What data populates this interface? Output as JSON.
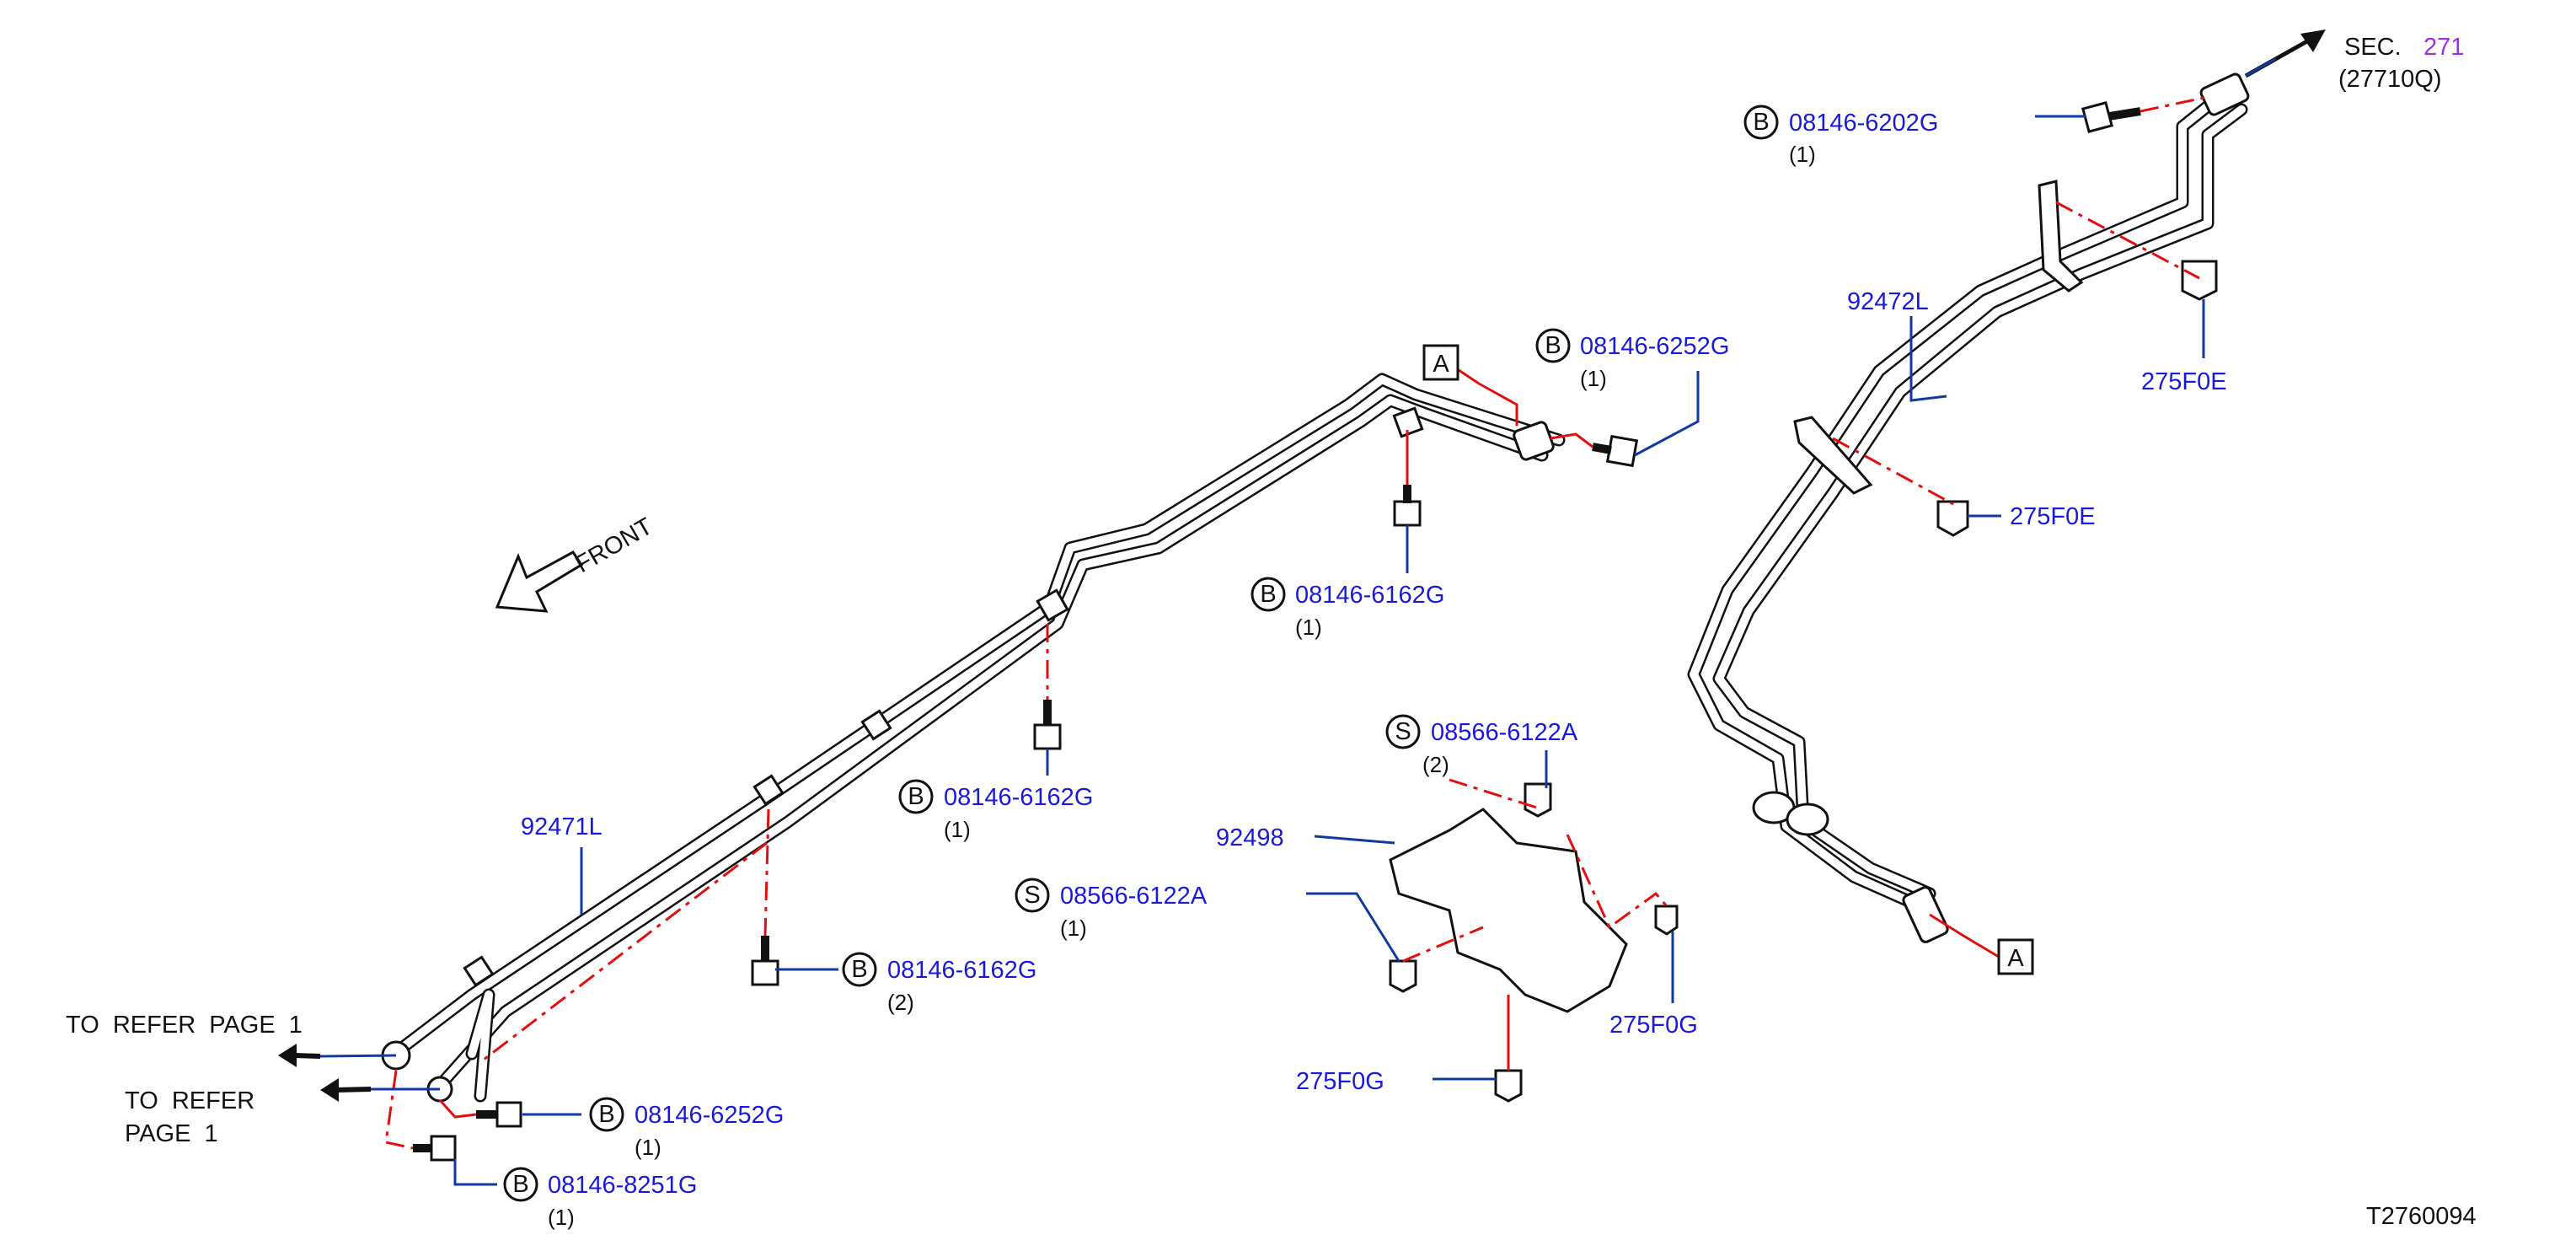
{
  "front_label": "FRONT",
  "diagram_id": "T2760094",
  "sec_ref": {
    "prefix": "SEC.",
    "number": "271",
    "sub": "(27710Q)",
    "link_color": "#9b30e0"
  },
  "refer_top": "TO  REFER  PAGE  1",
  "refer_bottom": {
    "line1": "TO  REFER",
    "line2": "PAGE  1"
  },
  "box_labels": [
    "A",
    "A"
  ],
  "parts": [
    {
      "letter": "B",
      "number": "08146-6202G",
      "qty": "(1)"
    },
    {
      "letter": "B",
      "number": "08146-6252G",
      "qty": "(1)"
    },
    {
      "letter": "B",
      "number": "08146-6162G",
      "qty": "(1)"
    },
    {
      "letter": "B",
      "number": "08146-6162G",
      "qty": "(1)"
    },
    {
      "letter": "S",
      "number": "08566-6122A",
      "qty": "(2)"
    },
    {
      "letter": "S",
      "number": "08566-6122A",
      "qty": "(1)"
    },
    {
      "letter": "B",
      "number": "08146-6162G",
      "qty": "(2)"
    },
    {
      "letter": "B",
      "number": "08146-6252G",
      "qty": "(1)"
    },
    {
      "letter": "B",
      "number": "08146-8251G",
      "qty": "(1)"
    }
  ],
  "callouts": {
    "tube_front": "92471L",
    "tube_rear": "92472L",
    "protector": "92498",
    "clip_upper": "275F0E",
    "clip_lower": "275F0E",
    "clip_g_left": "275F0G",
    "clip_g_right": "275F0G"
  },
  "colors": {
    "part_number": "#1a1ad6",
    "leader": "#123a9e",
    "alignment": "#e01010"
  }
}
